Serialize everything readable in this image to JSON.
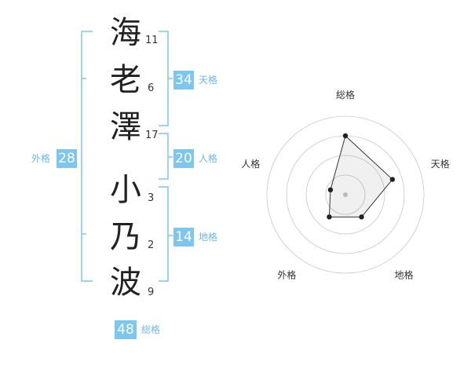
{
  "name": {
    "chars": [
      {
        "char": "海",
        "strokes": "11"
      },
      {
        "char": "老",
        "strokes": "6"
      },
      {
        "char": "澤",
        "strokes": "17"
      },
      {
        "char": "小",
        "strokes": "3"
      },
      {
        "char": "乃",
        "strokes": "2"
      },
      {
        "char": "波",
        "strokes": "9"
      }
    ]
  },
  "fortunes": {
    "tenkaku": {
      "value": "34",
      "label": "天格"
    },
    "jinkaku": {
      "value": "20",
      "label": "人格"
    },
    "chikaku": {
      "value": "14",
      "label": "地格"
    },
    "gaikaku": {
      "value": "28",
      "label": "外格"
    },
    "soukaku": {
      "value": "48",
      "label": "総格"
    }
  },
  "colors": {
    "accent": "#7cc6ef",
    "bracket": "#7cc6ef",
    "label": "#6bb9ea"
  },
  "chart_data": {
    "type": "radar",
    "axes": [
      "総格",
      "天格",
      "地格",
      "外格",
      "人格"
    ],
    "values": [
      0.75,
      0.63,
      0.35,
      0.35,
      0.2
    ],
    "rings": 4
  }
}
